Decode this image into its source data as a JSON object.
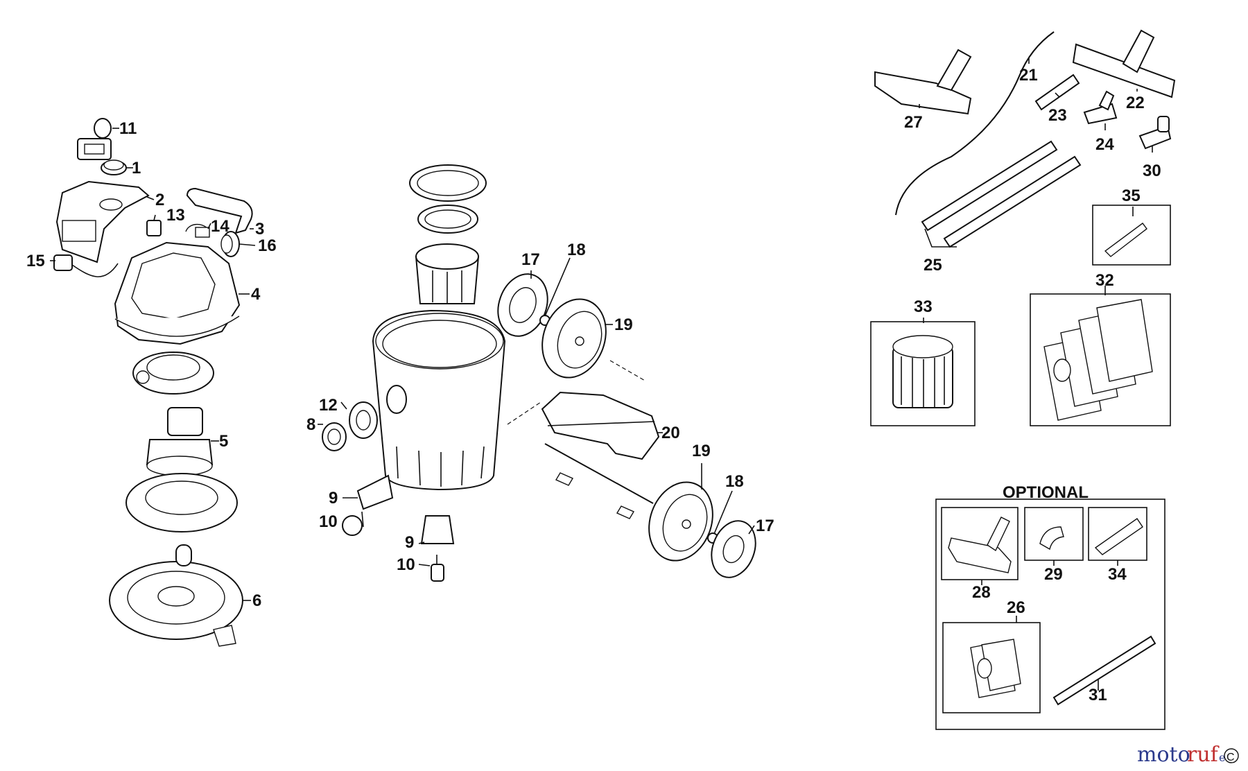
{
  "diagram": {
    "optional_heading": "OPTIONAL",
    "watermark": {
      "text_a": "moto",
      "text_b": "ruf",
      "suffix": "e",
      "color_a": "#2b3a8c",
      "color_b": "#c03030"
    },
    "corner_mark": "C",
    "callouts": {
      "c1": "1",
      "c2": "2",
      "c3": "3",
      "c4": "4",
      "c5": "5",
      "c6": "6",
      "c8": "8",
      "c9a": "9",
      "c9b": "9",
      "c10a": "10",
      "c10b": "10",
      "c11": "11",
      "c12": "12",
      "c13": "13",
      "c14": "14",
      "c15": "15",
      "c16": "16",
      "c17a": "17",
      "c17b": "17",
      "c18a": "18",
      "c18b": "18",
      "c19a": "19",
      "c19b": "19",
      "c20": "20",
      "c21": "21",
      "c22": "22",
      "c23": "23",
      "c24": "24",
      "c25": "25",
      "c26": "26",
      "c27": "27",
      "c28": "28",
      "c29": "29",
      "c30": "30",
      "c31": "31",
      "c32": "32",
      "c33": "33",
      "c34": "34",
      "c35": "35"
    }
  }
}
